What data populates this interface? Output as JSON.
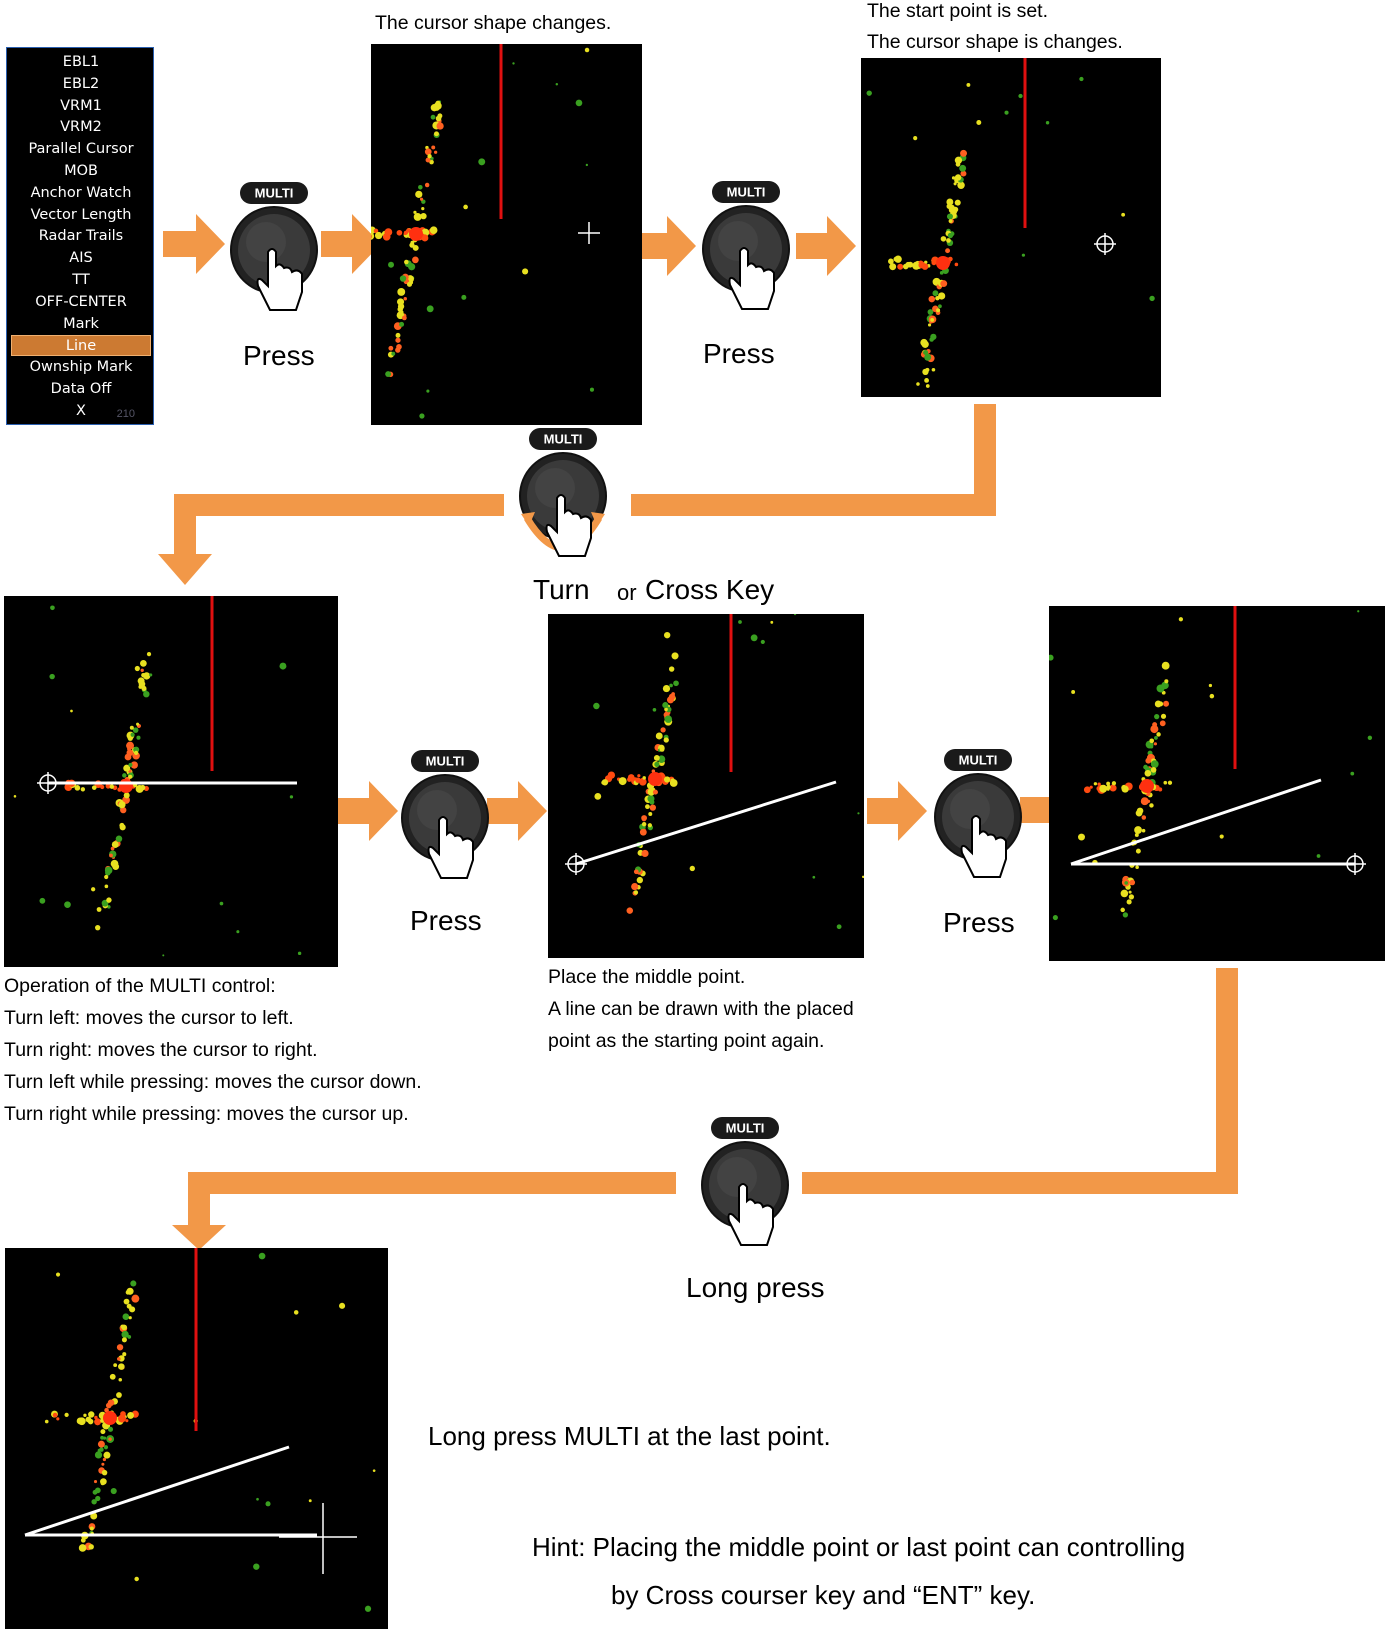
{
  "menu": {
    "items": [
      "EBL1",
      "EBL2",
      "VRM1",
      "VRM2",
      "Parallel Cursor",
      "MOB",
      "Anchor Watch",
      "Vector Length",
      "Radar Trails",
      "AIS",
      "TT",
      "OFF-CENTER",
      "Mark",
      "Line",
      "Ownship Mark",
      "Data Off",
      "X"
    ],
    "selected": "Line",
    "scale_label": "210"
  },
  "captions": {
    "cursor_changes": "The cursor shape changes.",
    "start_point_1": "The start point is set.",
    "start_point_2": "The cursor shape is changes.",
    "turn": "Turn",
    "or": "or",
    "cross_key": "Cross Key",
    "operation": [
      "Operation of the MULTI control:",
      "Turn left: moves the cursor to left.",
      "Turn right: moves the cursor to right.",
      "Turn left while pressing: moves the cursor down.",
      "Turn right while pressing: moves the cursor up."
    ],
    "middle": [
      "Place the middle point.",
      "A line can be drawn with the placed",
      "point as the starting point again."
    ],
    "long_press_last": "Long press MULTI at the last point.",
    "hint_1": "Hint: Placing the middle point or last point can controlling",
    "hint_2": "by Cross courser key and “ENT” key."
  },
  "knobs": {
    "badge": "MULTI",
    "press": "Press",
    "long_press": "Long press"
  },
  "colors": {
    "arrow": "#f29848",
    "heading_line": "#e01010",
    "menu_selected": "#cc7a32",
    "menu_border": "#2a5fb0"
  }
}
